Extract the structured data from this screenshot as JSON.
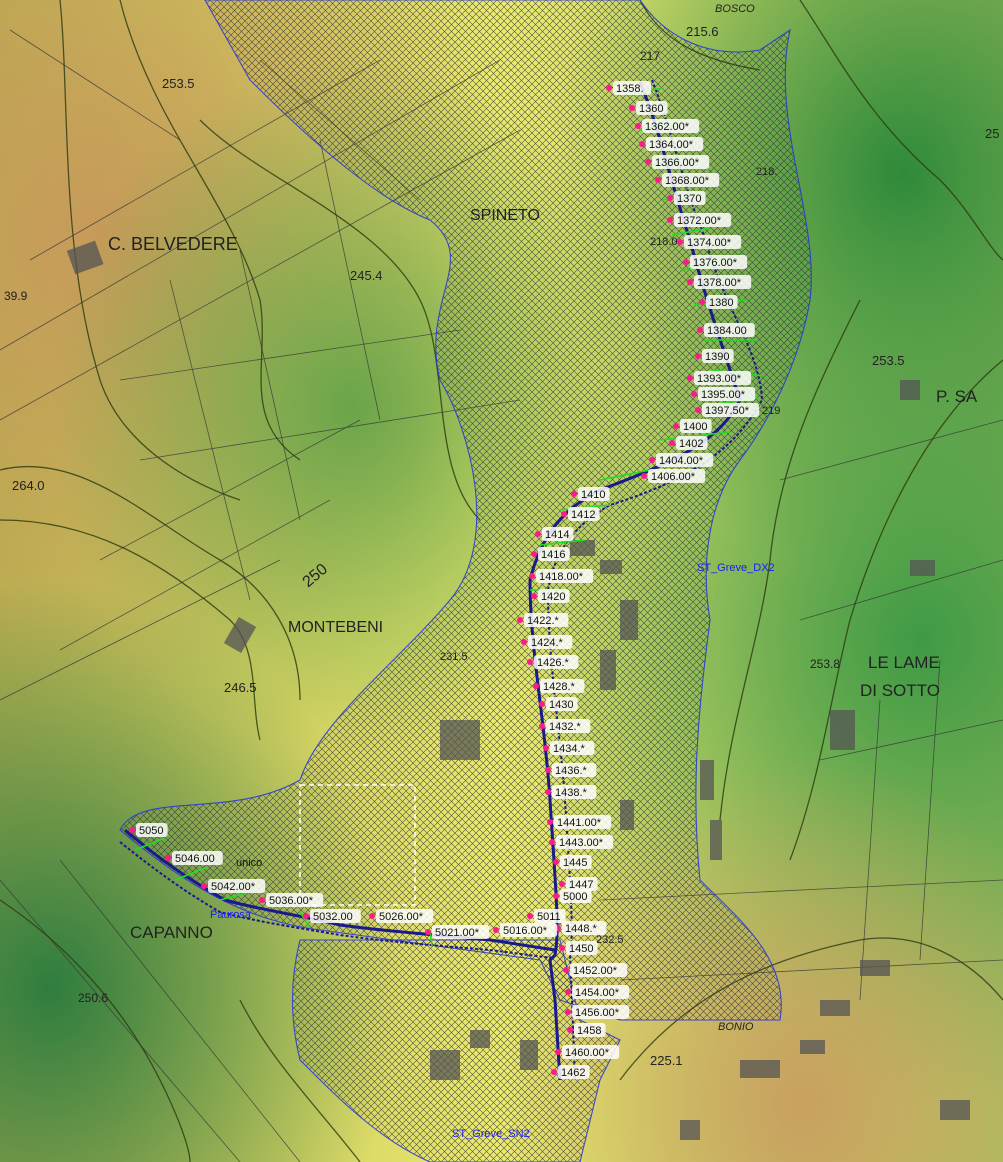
{
  "map": {
    "place_labels": [
      "C. BELVEDERE",
      "MONTEBENI",
      "CAPANNO",
      "LE LAME",
      "DI SOTTO",
      "SPINETO",
      "P. SA",
      "BOSCO",
      "BONIO"
    ],
    "elevation_labels": [
      "215.6",
      "217",
      "253.5",
      "245.4",
      "264.0",
      "250",
      "246.5",
      "231.5",
      "253.5",
      "253.8",
      "232.5",
      "225.1",
      "250.6",
      "218.",
      "218.0",
      "219",
      "39.9",
      "25"
    ],
    "area_labels": [
      "ST_Greve_DX2",
      "ST_Greve_SN2"
    ],
    "stream_labels": [
      "Paurosa",
      "unico"
    ],
    "cross_sections": [
      "1358.",
      "1360",
      "1362.00*",
      "1364.00*",
      "1366.00*",
      "1368.00*",
      "1370",
      "1372.00*",
      "1374.00*",
      "1376.00*",
      "1378.00*",
      "1380",
      "1384.00",
      "1390",
      "1393.00*",
      "1395.00*",
      "1397.50*",
      "1400",
      "1402",
      "1404.00*",
      "1406.00*",
      "1410",
      "1412",
      "1414",
      "1416",
      "1418.00*",
      "1420",
      "1422.*",
      "1424.*",
      "1426.*",
      "1428.*",
      "1430",
      "1432.*",
      "1434.*",
      "1436.*",
      "1438.*",
      "1441.00*",
      "1443.00*",
      "1445",
      "1447",
      "5000",
      "1448.*",
      "1450",
      "1452.00*",
      "1454.00*",
      "1456.00*",
      "1458",
      "1460.00*",
      "1462",
      "5050",
      "5046.00",
      "5042.00*",
      "5036.00*",
      "5032.00",
      "5026.00*",
      "5021.00*",
      "5016.00*",
      "5011"
    ],
    "colors": {
      "hatch": "#333333",
      "boundary": "#2233dd",
      "river": "#1a1a8a",
      "section_line": "#22dd22",
      "point": "#ff1a8c",
      "label_bg": "#ffffff"
    }
  }
}
